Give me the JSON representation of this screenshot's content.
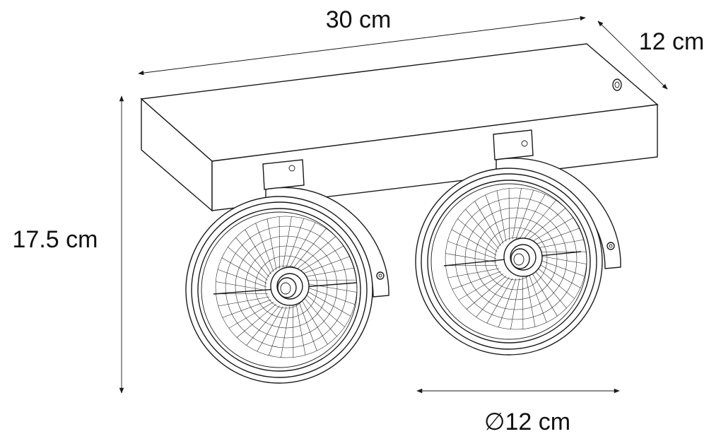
{
  "dimensions": {
    "width": "30 cm",
    "depth": "12 cm",
    "height": "17.5 cm",
    "diameter": "∅12 cm"
  },
  "colors": {
    "line": "#1a1a1a",
    "background": "#ffffff"
  }
}
